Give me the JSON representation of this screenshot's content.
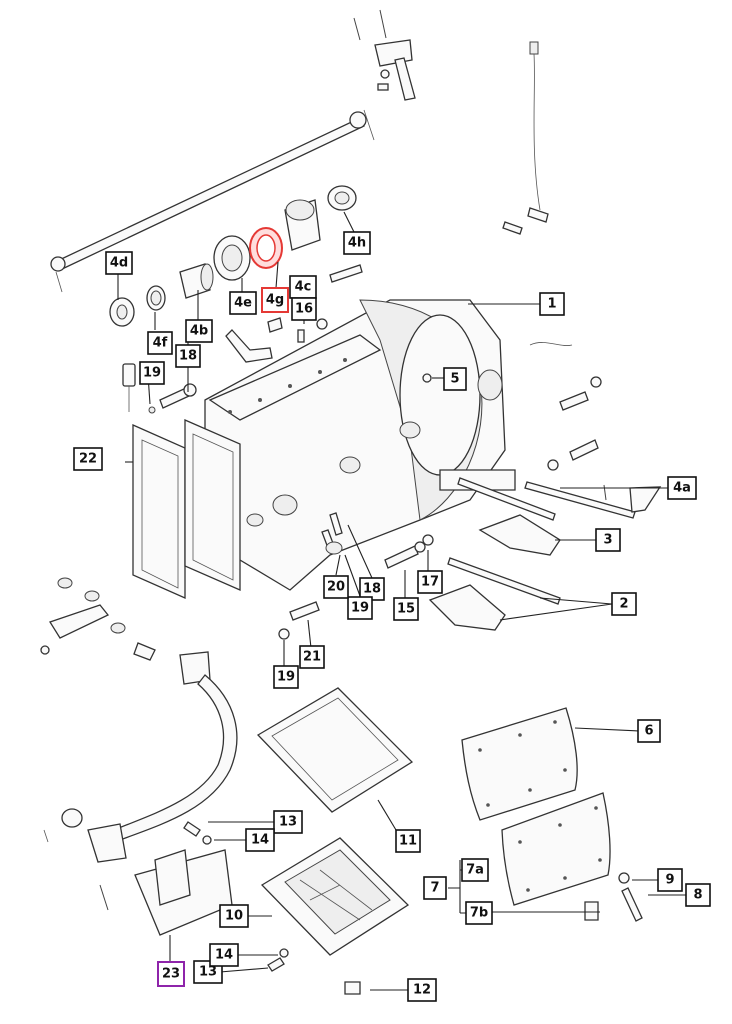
{
  "labels": {
    "l1": "1",
    "l2": "2",
    "l3": "3",
    "l4a": "4a",
    "l4b": "4b",
    "l4c": "4c",
    "l4d": "4d",
    "l4e": "4e",
    "l4f": "4f",
    "l4g": "4g",
    "l4h": "4h",
    "l5": "5",
    "l6": "6",
    "l7": "7",
    "l7a": "7a",
    "l7b": "7b",
    "l8": "8",
    "l9": "9",
    "l10": "10",
    "l11": "11",
    "l12": "12",
    "l13a": "13",
    "l13b": "13",
    "l14a": "14",
    "l14b": "14",
    "l15": "15",
    "l16": "16",
    "l17": "17",
    "l18a": "18",
    "l18b": "18",
    "l19a": "19",
    "l19b": "19",
    "l19c": "19",
    "l20": "20",
    "l21": "21",
    "l22": "22",
    "l23": "23"
  },
  "colors": {
    "highlight_4g": "#e53935",
    "highlight_23": "#8e24aa",
    "outline": "#111111"
  }
}
